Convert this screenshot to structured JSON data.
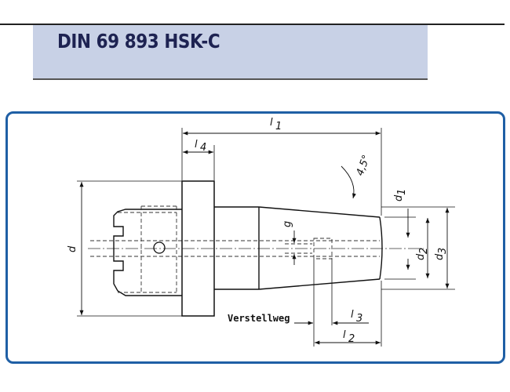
{
  "header": {
    "title": "DIN 69 893 HSK-C"
  },
  "drawing": {
    "labels": {
      "l1": "l",
      "l1_sub": "1",
      "l4": "l",
      "l4_sub": "4",
      "angle": "4,5°",
      "d": "d",
      "d1": "d",
      "d1_sub": "1",
      "d2": "d",
      "d2_sub": "2",
      "d3": "d",
      "d3_sub": "3",
      "g": "g",
      "l2": "l",
      "l2_sub": "2",
      "l3": "l",
      "l3_sub": "3",
      "adjust": "Verstellweg"
    },
    "colors": {
      "frame": "#1f5fa5",
      "header_bg": "#c8d1e6",
      "title": "#1e2352"
    }
  }
}
